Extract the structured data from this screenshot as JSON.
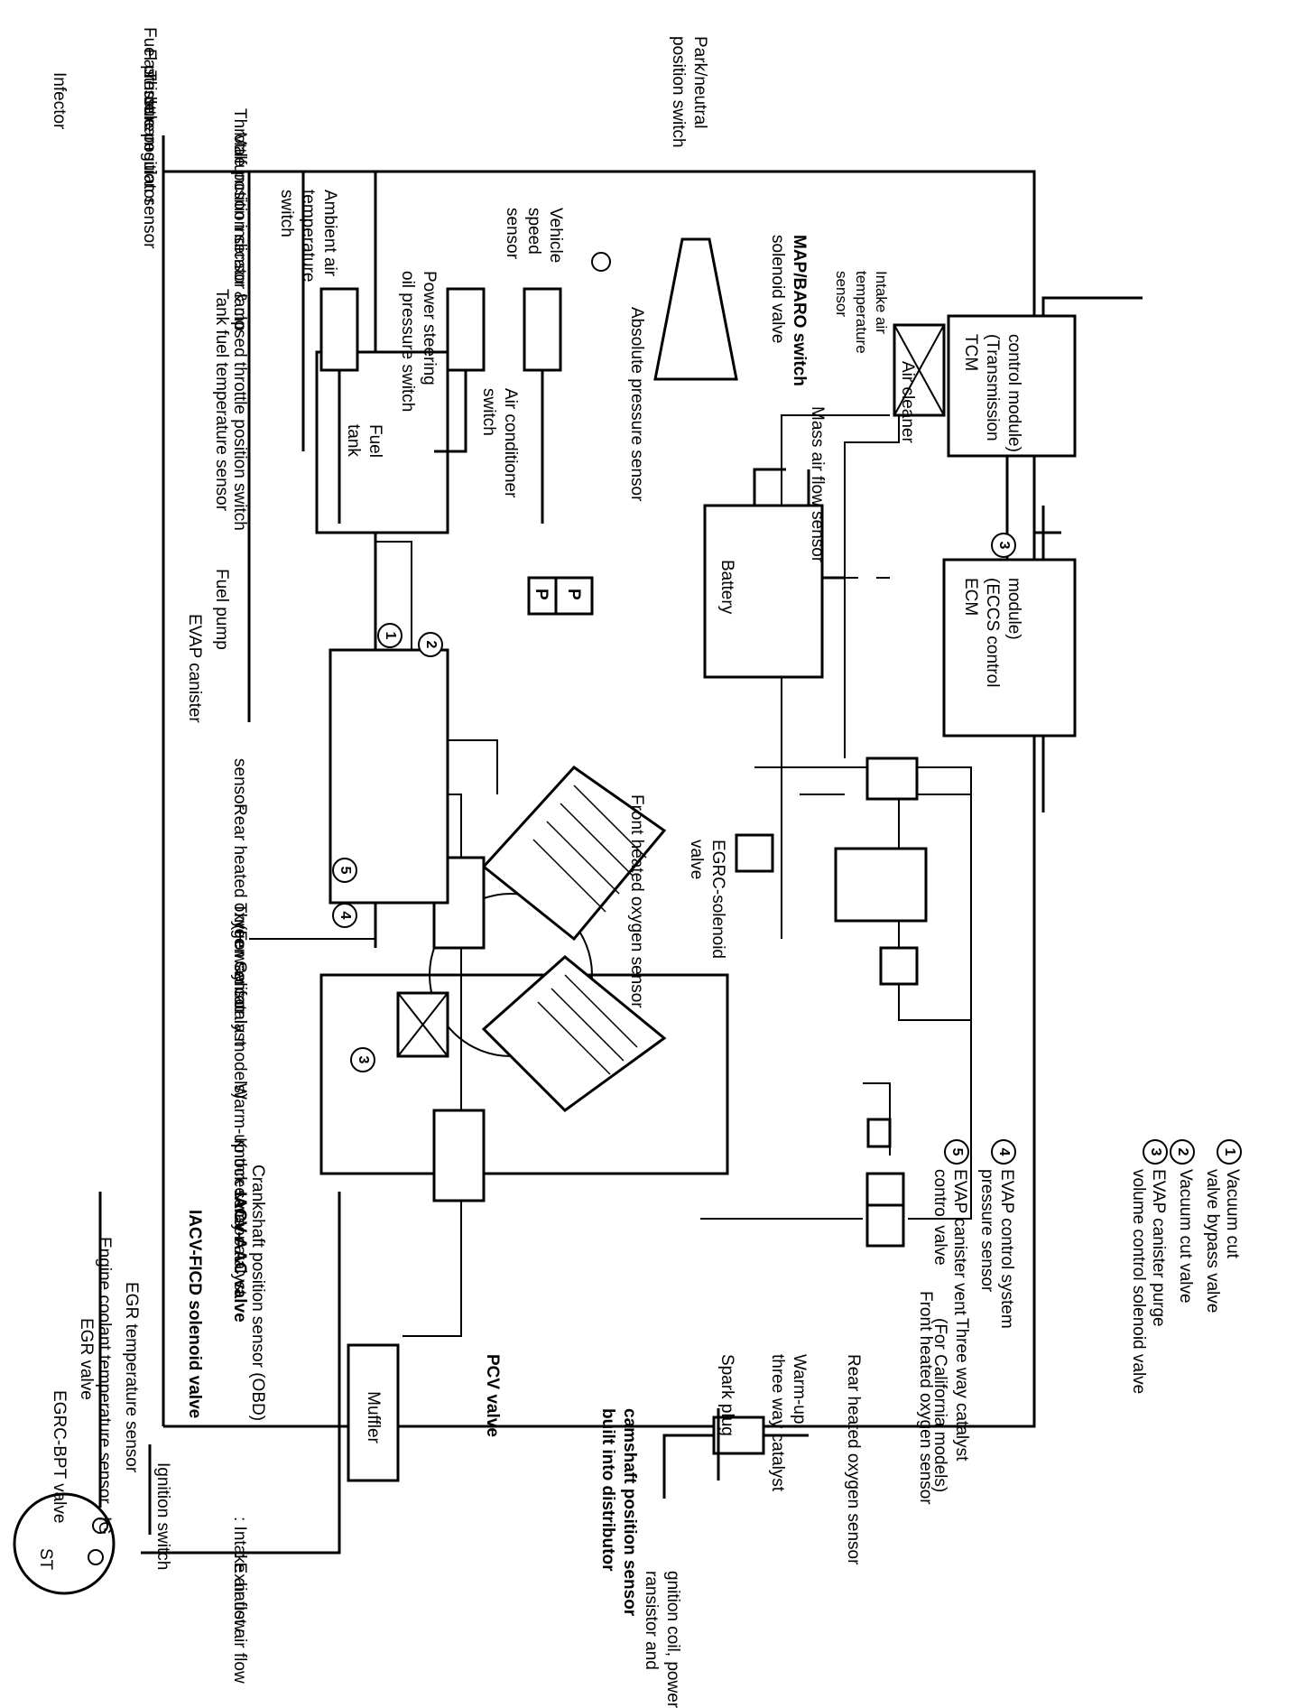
{
  "labels": {
    "ignition_coil": "gnition coil, power",
    "ignition_coil2": "ransistor and",
    "camshaft": "camshaft position sensor",
    "distributor": "built into distributor",
    "ignition_switch": "Ignition switch",
    "ig": "IG",
    "st": "ST",
    "egrc_bpt": "EGRC-BPT valve",
    "egr_valve": "EGR valve",
    "egr_temp": "EGR temperature sensor",
    "engine_coolant": "Engine coolant temperature sensor",
    "iacv_ficd": "IACV-FICD solenoid valve",
    "iacv_aac": "IACV-AAC valve",
    "pcv_valve": "PCV valve",
    "spark_plug": "Spark plug",
    "warmup_twc_left_1": "Warm-up",
    "warmup_twc_left_2": "three way catalyst",
    "rear_ho2s_left": "Rear heated oxygen sensor",
    "muffler": "Muffler",
    "front_ho2s_left": "Front heated oxygen sensor",
    "twc_left_1": "Three way catalyst",
    "twc_left_2": "(For California models)",
    "intake_air_flow": ": Intake air flow",
    "exhaust_air_flow": ": Exhaust air flow",
    "infector": "Infector",
    "fuel_pressure_regulator": "Fuel pressure regulator",
    "fast_idle_cam": "Fast idle cam",
    "throttle_position_sensor": "Throttle position sensor",
    "tps_switch": "Throttle position sensor & closed throttle position switch",
    "mil": "Malfunction indicator lamp",
    "ecm_1": "ECM",
    "ecm_2": "(ECCS control",
    "ecm_3": "module)",
    "tcm_1": "TCM",
    "tcm_2": "(Transmission",
    "tcm_3": "control module)",
    "intake_air_temp_1": "Intake air",
    "intake_air_temp_2": "temperature",
    "intake_air_temp_3": "sensor",
    "air_cleaner": "Air cleaner",
    "mass_air_flow": "Mass air flow sensor",
    "battery": "Battery",
    "egrc_solenoid_1": "EGRC-solenoid",
    "egrc_solenoid_2": "valve",
    "front_ho2s_right": "Front heated oxygen sensor",
    "map_baro_1": "MAP/BARO switch",
    "map_baro_2": "solenoid valve",
    "absolute_pressure": "Absolute pressure sensor",
    "park_neutral_1": "Park/neutral",
    "park_neutral_2": "position switch",
    "vss_1": "Vehicle",
    "vss_2": "speed",
    "vss_3": "sensor",
    "ac_switch_1": "Air conditioner",
    "ac_switch_2": "switch",
    "ps_switch_1": "Power steering",
    "ps_switch_2": "oil pressure switch",
    "ambient_1": "Ambient air",
    "ambient_2": "temperature",
    "ambient_3": "switch",
    "tank_fuel_temp": "Tank fuel temperature sensor",
    "fuel_tank_1": "Fuel",
    "fuel_tank_2": "tank",
    "fuel_pump": "Fuel pump",
    "evap_canister": "EVAP canister",
    "sensor": "sensor",
    "rear_ho2s_right": "Rear heated oxygen sensor",
    "twc_right_1": "Three way catalyst",
    "twc_right_2": "(For California models)",
    "warmup_twc_right": "Warm-up three way catalyst",
    "knock_sensor": "Knock sensor",
    "crankshaft": "Crankshaft position sensor (OBD)",
    "p1": "P",
    "p2": "P"
  },
  "legend": [
    {
      "num": "1",
      "text": "Vacuum cut"
    },
    {
      "num": "",
      "text": "valve bypass valve"
    },
    {
      "num": "2",
      "text": "Vacuum cut valve"
    },
    {
      "num": "3",
      "text": "EVAP canister purge"
    },
    {
      "num": "",
      "text": "volume control solenoid valve"
    },
    {
      "num": "4",
      "text": "EVAP control system"
    },
    {
      "num": "",
      "text": "pressure sensor"
    },
    {
      "num": "5",
      "text": "EVAP canister vent"
    },
    {
      "num": "",
      "text": "control valve"
    }
  ],
  "callouts": [
    "1",
    "2",
    "3",
    "4",
    "5",
    "3"
  ]
}
